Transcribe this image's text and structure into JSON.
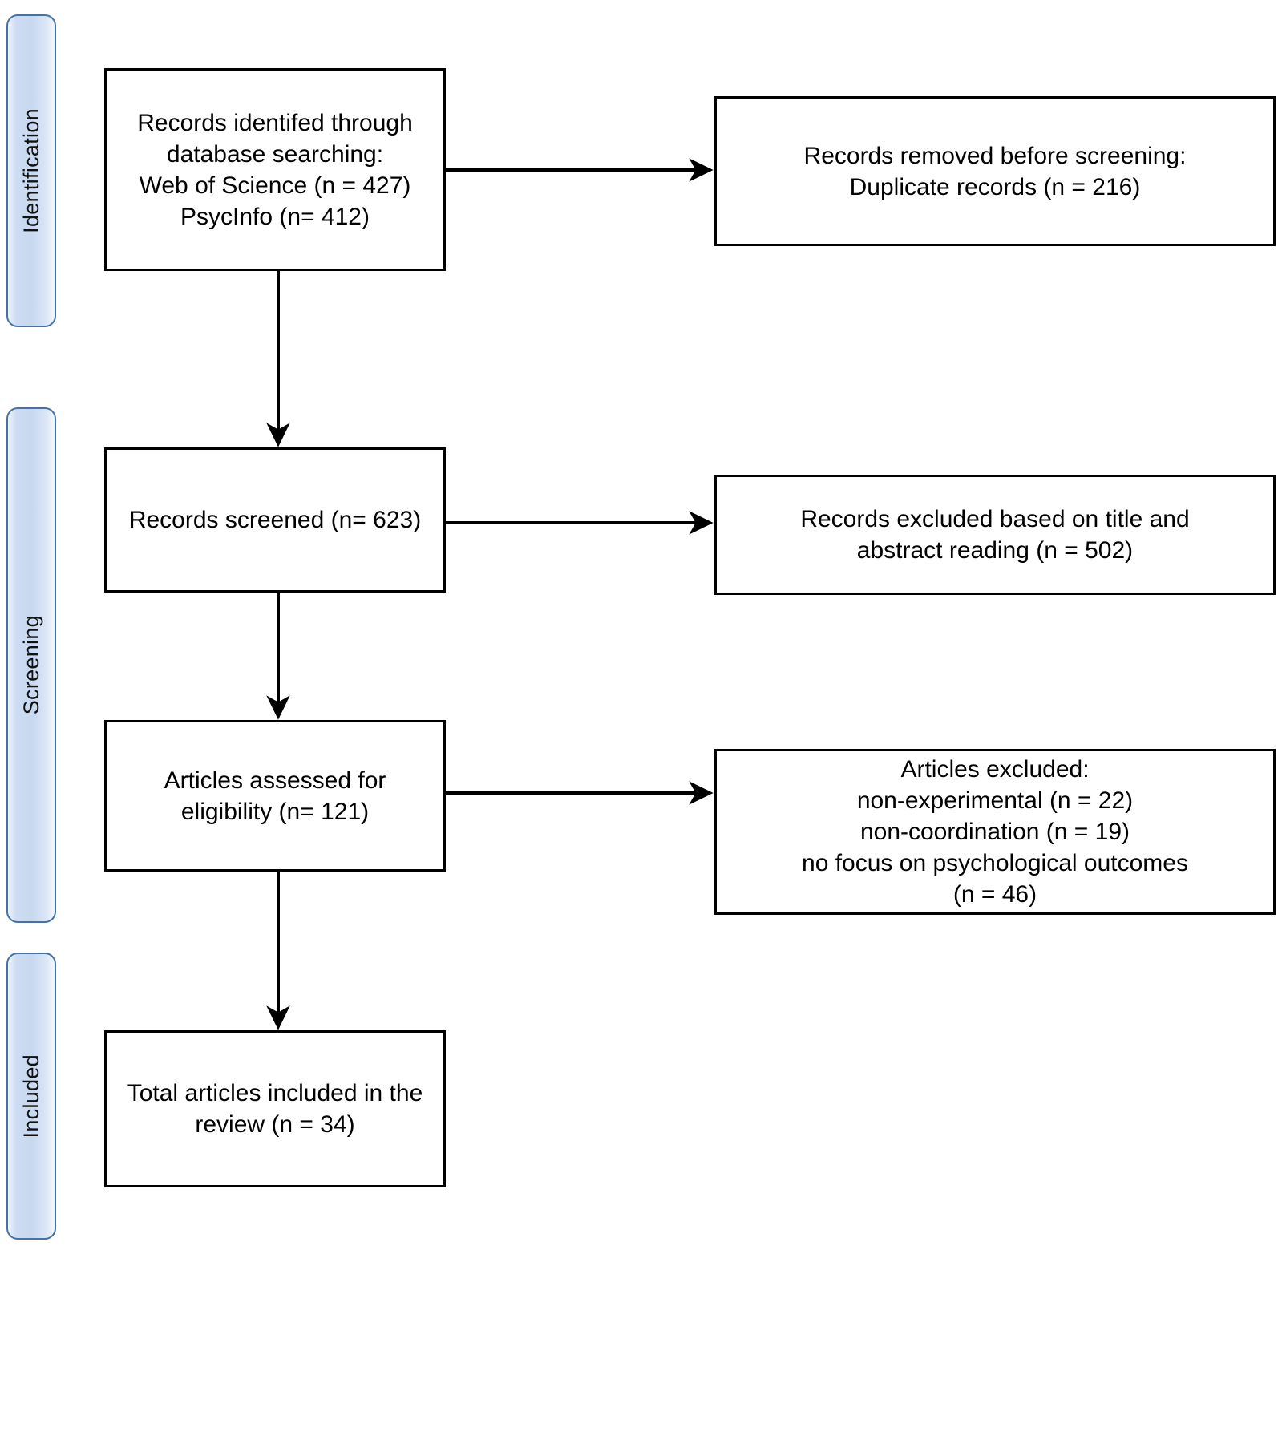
{
  "diagram": {
    "type": "prisma-flow-diagram",
    "stages": [
      {
        "id": "identification",
        "label": "Identification"
      },
      {
        "id": "screening",
        "label": "Screening"
      },
      {
        "id": "included",
        "label": "Included"
      }
    ],
    "boxes": {
      "records_identified": {
        "text": "Records identifed through\ndatabase searching:\nWeb of Science (n = 427)\nPsycInfo (n= 412)"
      },
      "records_removed": {
        "text": "Records removed before screening:\nDuplicate records (n = 216)"
      },
      "records_screened": {
        "text": "Records screened (n= 623)"
      },
      "records_excluded": {
        "text": "Records excluded based on title and\nabstract reading (n = 502)"
      },
      "articles_assessed": {
        "text": "Articles assessed for\neligibility (n= 121)"
      },
      "articles_excluded": {
        "text": "Articles excluded:\nnon-experimental (n = 22)\nnon-coordination (n = 19)\nno focus on psychological outcomes\n(n = 46)"
      },
      "total_included": {
        "text": "Total articles included in the\nreview (n = 34)"
      }
    },
    "counts": {
      "web_of_science": 427,
      "psycinfo": 412,
      "duplicates_removed": 216,
      "records_screened": 623,
      "records_excluded_title_abstract": 502,
      "articles_assessed": 121,
      "excluded_non_experimental": 22,
      "excluded_non_coordination": 19,
      "excluded_no_psych_outcomes": 46,
      "total_included": 34
    },
    "colors": {
      "stage_bar_border": "#4472a8",
      "stage_bar_fill": "#cddcf2",
      "box_border": "#000000",
      "box_fill": "#ffffff",
      "connector": "#000000",
      "page_background": "#ffffff"
    }
  }
}
